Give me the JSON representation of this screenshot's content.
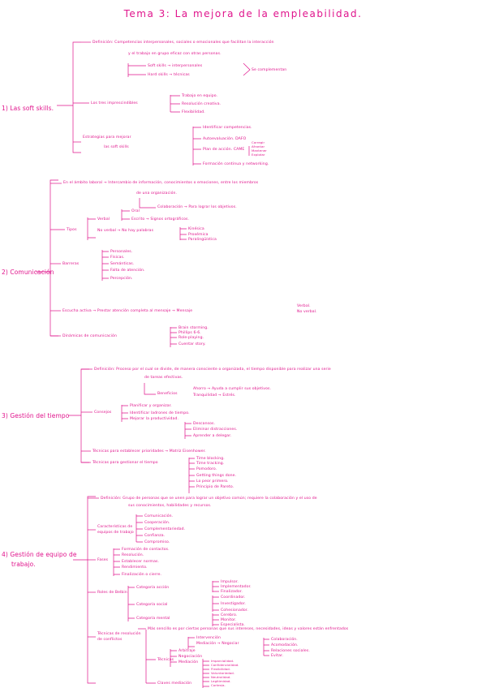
{
  "title": "Tema 3: La mejora de la empleabilidad.",
  "colors": {
    "ink": "#e0148c",
    "background": "#ffffff"
  },
  "s1": {
    "heading": "1) Las soft skills.",
    "definicion": "Definición: Competencias interpersonales, sociales o emocionales que facilitan la interacción",
    "definicion2": "y el trabajo en grupo eficaz con otras personas.",
    "soft": "Soft skills → interpersonales",
    "hard": "Hard skills → técnicas",
    "se_complementan": "Se complementan",
    "los_tres": "Los tres imprescindibles",
    "tres": [
      "Trabajo en equipo.",
      "Resolución creativa.",
      "Flexibilidad."
    ],
    "estrategias": "Estrategias para mejorar",
    "estrategias2": "las soft skills",
    "e1": "Identificar competencias.",
    "e2": "Autoevaluación. DAFO",
    "e3": "Plan de acción. CAME",
    "came": [
      "Corregir",
      "Afrontar",
      "Mantener",
      "Explotar"
    ],
    "e4": "Formación continua y networking."
  },
  "s2": {
    "heading": "2) Comunicación",
    "ambito": "En el ámbito laboral → Intercambio de información, conocimientos o emociones, entre los miembros",
    "ambito2": "de una organización.",
    "colaboracion": "Colaboración → Para lograr los objetivos.",
    "tipos": "Tipos",
    "verbal": "Verbal",
    "oral": "Oral",
    "escrito": "Escrito → Signos ortográficos.",
    "no_verbal": "No verbal → No hay palabras",
    "nv": [
      "Kinésica",
      "Proxémica",
      "Paralingüística"
    ],
    "barreras": "Barreras",
    "b": [
      "Personales.",
      "Físicas.",
      "Semánticas.",
      "Falta de atención.",
      "Percepción."
    ],
    "escucha": "Escucha activa → Prestar atención completa al mensaje → Mensaje",
    "mensaje": [
      "Verbal.",
      "No verbal."
    ],
    "dinamicas": "Dinámicas de comunicación",
    "d": [
      "Brain storming.",
      "Phillips 6-6.",
      "Role-playing.",
      "Cuentar story."
    ]
  },
  "s3": {
    "heading": "3) Gestión del tiempo",
    "definicion": "Definición: Proceso por el cual se divide, de manera consciente o organizada, el tiempo disponible para realizar una serie",
    "definicion2": "de tareas efectivas.",
    "beneficios": "Beneficios",
    "ben": [
      "Ahorro → Ayuda a cumplir sus objetivos.",
      "Tranquilidad → Estrés."
    ],
    "consejos": "Consejos",
    "c": [
      "Planificar y organizar.",
      "Identificar ladrones de tiempo.",
      "Mejorar la productividad."
    ],
    "c2": [
      "Descansos.",
      "Eliminar distracciones.",
      "Aprender a delegar."
    ],
    "tecnicas1": "Técnicas para establecer prioridades → Matriz Eisenhower.",
    "tecnicas2": "Técnicas para gestionar el tiempo",
    "t": [
      "Time blocking.",
      "Time tracking.",
      "Pomodoro.",
      "Getting things done.",
      "Lo peor primero.",
      "Principio de Pareto."
    ]
  },
  "s4": {
    "heading": "4) Gestión de equipo de",
    "heading2": "trabajo.",
    "definicion": "Definición: Grupo de personas que se unen para lograr un objetivo común; requiere la colaboración y el uso de",
    "definicion2": "sus conocimientos, habilidades y recursos.",
    "caracteristicas": "Características de",
    "caracteristicas2": "equipos de trabajo",
    "car": [
      "Comunicación.",
      "Cooperación.",
      "Complementariedad.",
      "Confianza.",
      "Compromiso."
    ],
    "fases": "Fases",
    "f": [
      "Formación de contactos.",
      "Resolución.",
      "Establecer normas.",
      "Rendimiento.",
      "Finalización o cierre."
    ],
    "roles": "Roles de Belbin",
    "cat1": "Categoría acción",
    "cat1i": [
      "Impulsor.",
      "Implementador.",
      "Finalizador."
    ],
    "cat2": "Categoría social",
    "cat2i": [
      "Coordinador.",
      "Investigador.",
      "Cohesionador."
    ],
    "cat3": "Categoría mental",
    "cat3i": [
      "Cerebro.",
      "Monitor.",
      "Especialista."
    ],
    "tecnicas": "Técnicas de resolución",
    "tecnicas2": "de conflictos",
    "tecnicas_def": "Más sencillo es por ciertas personas que sus intereses, necesidades, ideas y valores están enfrentados",
    "tec_sub": "Técnicas",
    "tec_a": "Intervención",
    "tec_a2": "Mediación → Negociar",
    "tec_b": [
      "Arbitraje",
      "Negociación",
      "Mediación"
    ],
    "neg": [
      "Colaboración.",
      "Acomodación.",
      "Relaciones sociales.",
      "Evitar."
    ],
    "claves": "Claves mediación",
    "cl": [
      "Imparcialidad.",
      "Confidencialidad.",
      "Flexibilidad.",
      "Voluntariedad.",
      "Neutralidad.",
      "Legitimidad.",
      "Cortesía."
    ]
  }
}
